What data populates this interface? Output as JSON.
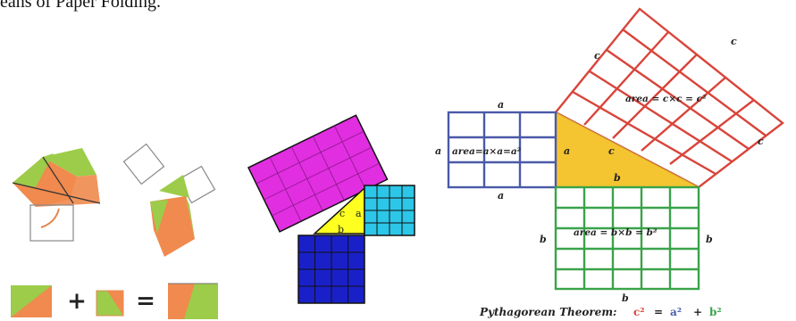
{
  "header": {
    "caption_fragment": "eans of Paper Folding."
  },
  "fold_panel": {
    "plus_symbol": "+",
    "equals_symbol": "="
  },
  "colored_panel": {
    "side_c": "c",
    "side_a": "a",
    "side_b": "b"
  },
  "main_figure": {
    "label_c_top": "c",
    "label_c_right_top": "c",
    "label_c_right_bottom": "c",
    "area_c": "area = c×c = c²",
    "label_a_top": "a",
    "label_a_left": "a",
    "area_a": "area=a×a=a²",
    "label_a_bottom": "a",
    "triangle_a": "a",
    "triangle_c": "c",
    "triangle_b": "b",
    "label_b_left": "b",
    "label_b_right": "b",
    "area_b": "area = b×b = b²",
    "label_b_bottom": "b",
    "theorem_prefix": "Pythagorean Theorem:",
    "theorem_c2": "c²",
    "theorem_eq": "=",
    "theorem_a2": "a²",
    "theorem_plus": "+",
    "theorem_b2": "b²"
  },
  "colors": {
    "red_square": "#d9443a",
    "blue_square": "#4a5aa8",
    "green_square": "#3aa34a",
    "triangle_fill": "#f4c431",
    "magenta": "#e02ee0",
    "cyan": "#2cc6e8",
    "navy": "#1a20c8",
    "yellow": "#ffff20",
    "fold_orange": "#f08a4e",
    "fold_green": "#9ccc4a"
  }
}
